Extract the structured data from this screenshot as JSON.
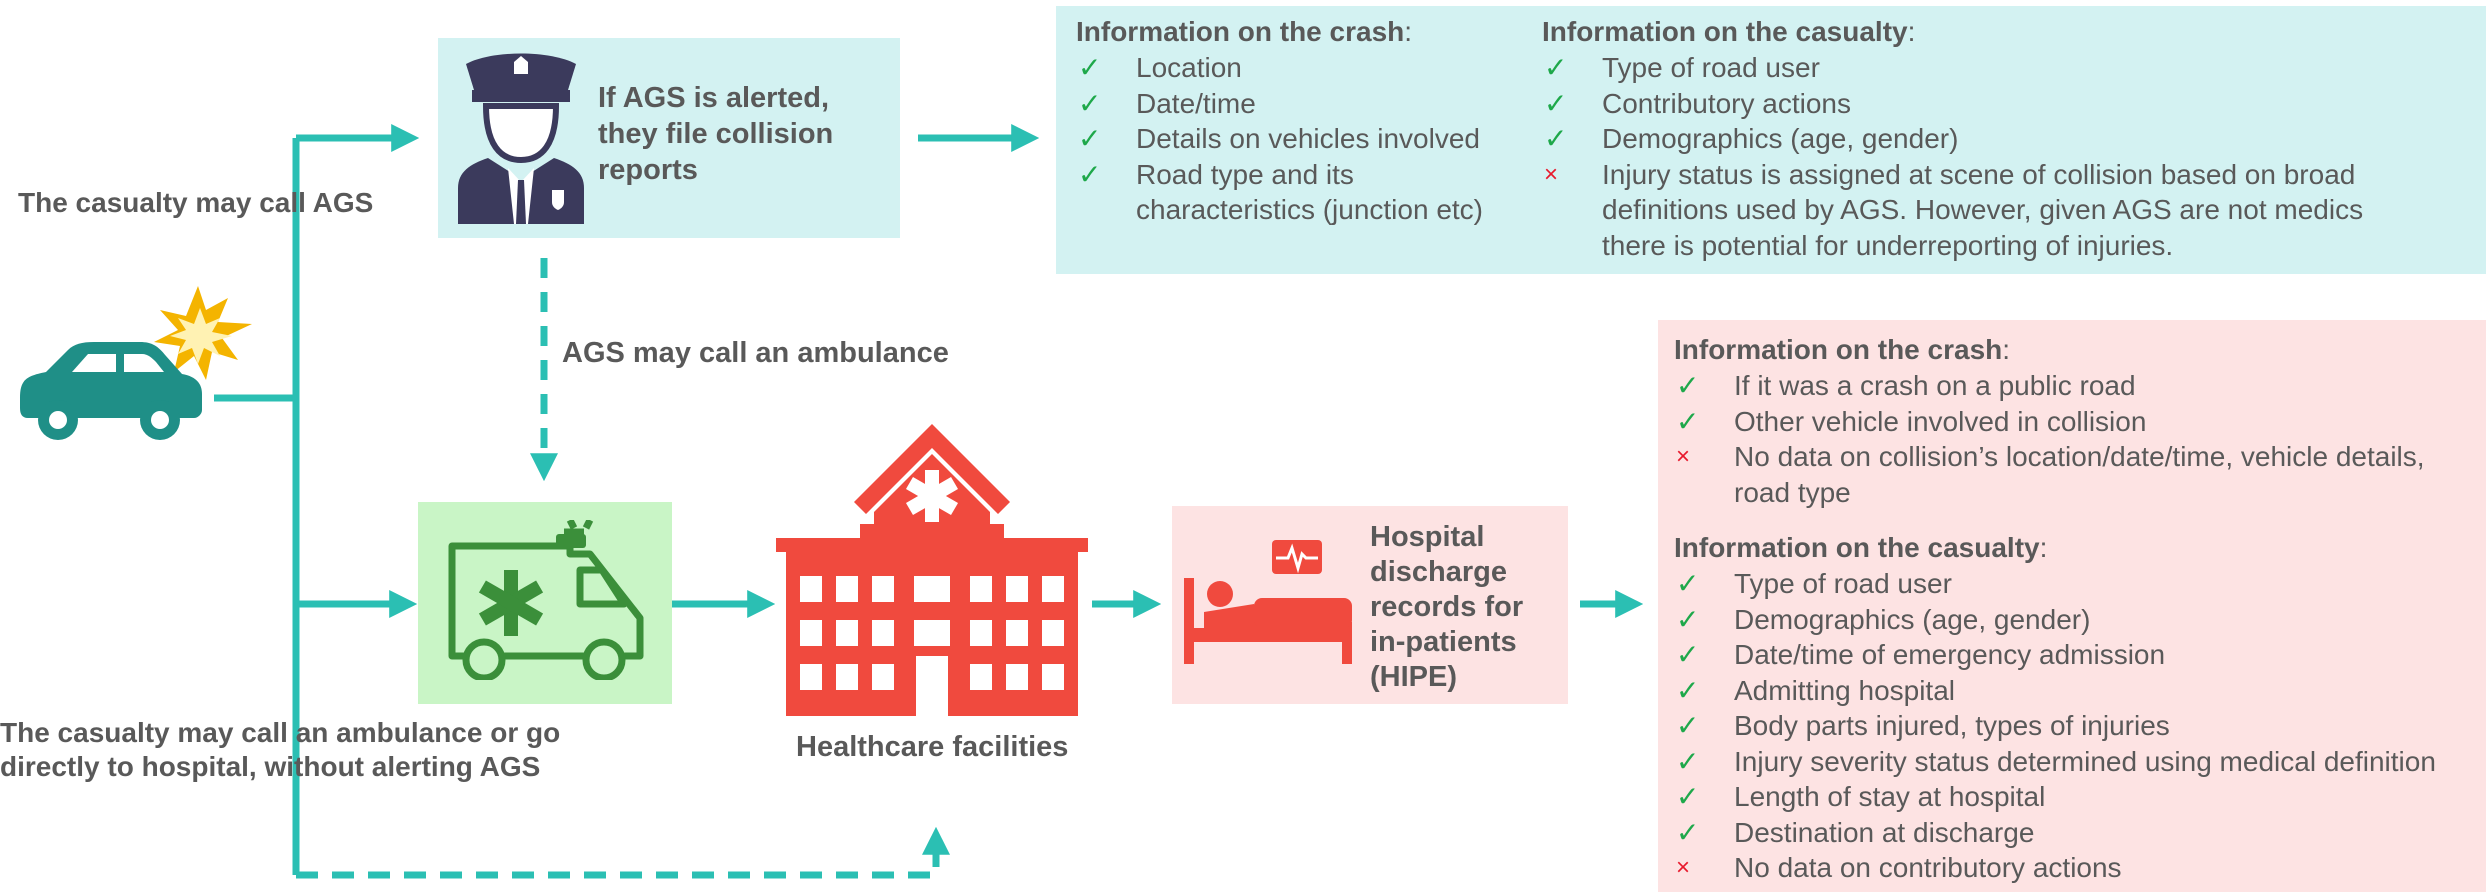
{
  "colors": {
    "teal": "#2bbfb3",
    "teal_box": "#d3f2f2",
    "pink_box": "#fde3e3",
    "green_box": "#c9f5c6",
    "hospital_red": "#f04a3e",
    "police_navy": "#3b3a5c",
    "ambulance_green": "#3b8f3a",
    "car_teal": "#1f8f87",
    "check_green": "#1ea84a",
    "cross_red": "#e8192c",
    "text_gray": "#595959"
  },
  "left": {
    "call_ags": "The casualty may call AGS",
    "call_ambulance_line1": "The casualty may call an ambulance or go",
    "call_ambulance_line2": "directly to hospital, without alerting AGS"
  },
  "police": {
    "icon": "police-officer-icon",
    "line1": "If AGS is alerted,",
    "line2": "they file collision",
    "line3": "reports"
  },
  "ags_ambulance": "AGS may call an ambulance",
  "ambulance": {
    "icon": "ambulance-icon"
  },
  "hospital": {
    "icon": "hospital-building-icon",
    "label": "Healthcare facilities"
  },
  "hipe": {
    "icon": "hospital-bed-icon",
    "line1": "Hospital",
    "line2": "discharge",
    "line3": "records for",
    "line4": "in-patients",
    "line5": "(HIPE)"
  },
  "ags_crash": {
    "title_bold": "Information on the crash",
    "title_tail": ":",
    "items": [
      {
        "mark": "check",
        "text": "Location"
      },
      {
        "mark": "check",
        "text": "Date/time"
      },
      {
        "mark": "check",
        "text": "Details on vehicles involved"
      },
      {
        "mark": "check",
        "text": "Road type and its"
      },
      {
        "mark": "none",
        "text": "characteristics (junction etc)"
      }
    ]
  },
  "ags_casualty": {
    "title_bold": "Information on the casualty",
    "title_tail": ":",
    "items": [
      {
        "mark": "check",
        "text": "Type of road user"
      },
      {
        "mark": "check",
        "text": "Contributory actions"
      },
      {
        "mark": "check",
        "text": "Demographics (age, gender)"
      },
      {
        "mark": "cross",
        "text": "Injury status is assigned at scene of collision based on broad"
      },
      {
        "mark": "none",
        "text": "definitions used by AGS. However, given AGS are not medics"
      },
      {
        "mark": "none",
        "text": "there is potential for underreporting of injuries."
      }
    ]
  },
  "hipe_crash": {
    "title_bold": "Information on the crash",
    "title_tail": ":",
    "items": [
      {
        "mark": "check",
        "text": "If it was a crash on a public road"
      },
      {
        "mark": "check",
        "text": "Other vehicle involved in collision"
      },
      {
        "mark": "cross",
        "text": "No data on collision’s location/date/time, vehicle details,"
      },
      {
        "mark": "none",
        "text": "road type"
      }
    ]
  },
  "hipe_casualty": {
    "title_bold": "Information on the casualty",
    "title_tail": ":",
    "items": [
      {
        "mark": "check",
        "text": "Type of road user"
      },
      {
        "mark": "check",
        "text": "Demographics (age, gender)"
      },
      {
        "mark": "check",
        "text": "Date/time of emergency admission"
      },
      {
        "mark": "check",
        "text": "Admitting hospital"
      },
      {
        "mark": "check",
        "text": "Body parts injured, types of injuries"
      },
      {
        "mark": "check",
        "text": "Injury severity status determined using medical definition"
      },
      {
        "mark": "check",
        "text": "Length of stay at hospital"
      },
      {
        "mark": "check",
        "text": "Destination at discharge"
      },
      {
        "mark": "cross",
        "text": "No data on contributory actions"
      }
    ]
  },
  "marks": {
    "check": "✓",
    "cross": "×",
    "none": ""
  }
}
